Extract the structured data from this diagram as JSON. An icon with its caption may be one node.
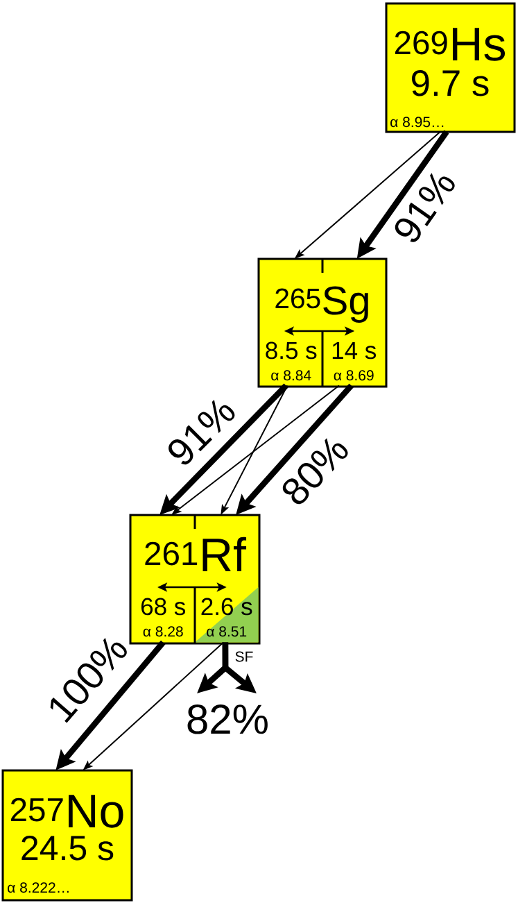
{
  "diagram": {
    "nodes": [
      {
        "text": [
          "$^{269}$Hs",
          "9.7 s",
          "α 8.95…"
        ]
      },
      {
        "text": [
          "$^{265}$Sg"
        ]
      },
      {
        "text": [
          "8.5 s",
          "α 8.84"
        ],
        "in": 1
      },
      {
        "text": [
          "14 s",
          "α 8.69"
        ],
        "in": 1
      },
      {
        "text": [
          "$^{261}$Rf"
        ]
      },
      {
        "text": [
          "68 s",
          "α 8.28"
        ],
        "in": 4
      },
      {
        "text": [
          "2.6 s",
          "α 8.51"
        ],
        "in": 4
      },
      {
        "text": [
          "$^{257}$No",
          "24.5 s",
          "α 8.222…"
        ]
      }
    ],
    "edges": [
      {
        "from": 0,
        "to": 1,
        "arrow": "to"
      },
      {
        "from": 0,
        "to": 1,
        "arrow": "to",
        "style": "thick",
        "label": "91%"
      },
      {
        "from": 2,
        "to": 3,
        "arrow": "both"
      },
      {
        "from": 2,
        "to": 4,
        "arrow": "to",
        "style": "thick",
        "label": "91%"
      },
      {
        "from": 2,
        "to": 4,
        "arrow": "to"
      },
      {
        "from": 3,
        "to": 4,
        "arrow": "to"
      },
      {
        "from": 3,
        "to": 4,
        "arrow": "to",
        "style": "thick",
        "label": "80%"
      },
      {
        "from": 5,
        "to": 6,
        "arrow": "both"
      },
      {
        "from": 5,
        "to": 7,
        "arrow": "to",
        "style": "thick",
        "label": "100%"
      },
      {
        "from": 6,
        "to": 7,
        "arrow": "to"
      },
      {
        "from": 6,
        "to": null,
        "arrow": "to",
        "style": "thick",
        "label": "SF"
      },
      {
        "from": 6,
        "to": null,
        "arrow": "to",
        "style": "thick"
      }
    ],
    "labels": [
      "82%"
    ]
  }
}
